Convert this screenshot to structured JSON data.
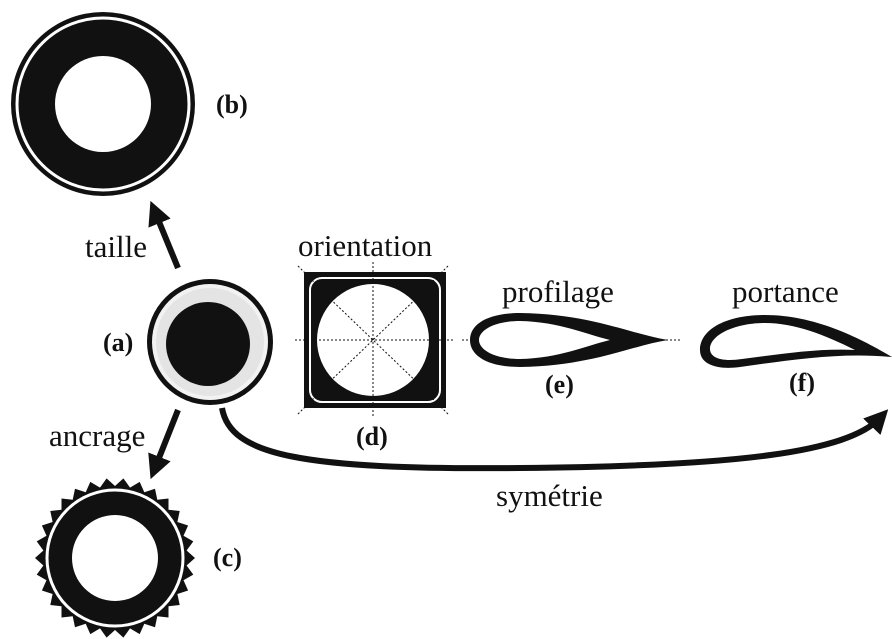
{
  "labels": {
    "a": "(a)",
    "b": "(b)",
    "c": "(c)",
    "d": "(d)",
    "e": "(e)",
    "f": "(f)"
  },
  "transforms": {
    "size": "taille",
    "anchoring": "ancrage",
    "orientation": "orientation",
    "profiling": "profilage",
    "lift": "portance",
    "symmetry": "symétrie"
  },
  "colors": {
    "ink": "#111111",
    "background": "#ffffff"
  }
}
